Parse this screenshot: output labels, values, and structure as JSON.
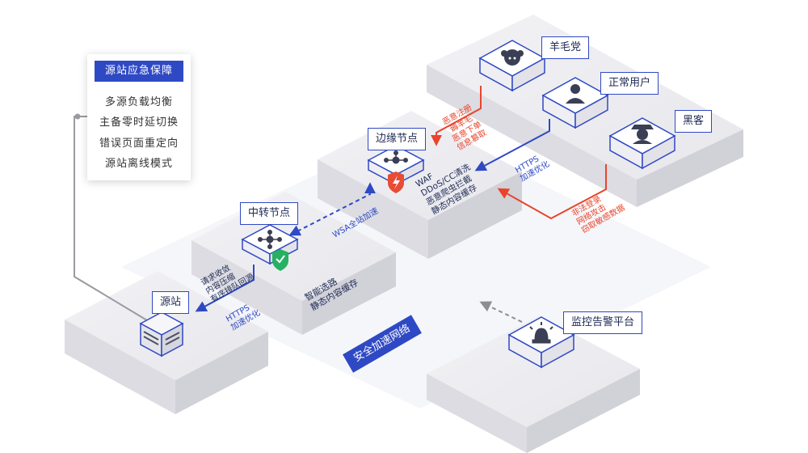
{
  "panel": {
    "title": "源站应急保障",
    "items": [
      "多源负载均衡",
      "主备零时延切换",
      "错误页面重定向",
      "源站离线模式"
    ]
  },
  "nodes": {
    "origin": "源站",
    "relay": "中转节点",
    "edge": "边缘节点",
    "sheep": "羊毛党",
    "user": "正常用户",
    "hacker": "黑客",
    "monitor": "监控告警平台"
  },
  "network_label": "安全加速网络",
  "annotations": {
    "origin_relay_left": [
      "请求收敛",
      "内容压缩",
      "有序排队回源"
    ],
    "origin_relay_https": [
      "HTTPS",
      "加速优化"
    ],
    "relay_platform": [
      "智能选路",
      "静态内容缓存"
    ],
    "relay_edge": "WSA全站加速",
    "edge_platform": [
      "WAF",
      "DDoS/CC清洗",
      "恶意爬虫拦截",
      "静态内容缓存"
    ],
    "edge_sheep_red": [
      "恶意注册",
      "薅羊毛",
      "恶意下单",
      "信息篡取"
    ],
    "edge_user_blue": [
      "HTTPS",
      "加速优化"
    ],
    "edge_hacker_red": [
      "非法登录",
      "网络攻击",
      "窃取敏感数据"
    ]
  },
  "colors": {
    "brand_blue": "#2f49c4",
    "attack_red": "#e8452c",
    "shield_green": "#27b062",
    "shield_red": "#e94b35",
    "platform": "#ececf0"
  },
  "icons": {
    "origin": "server-icon",
    "relay": "network-hub-icon",
    "relay_badge": "shield-check-icon",
    "edge": "network-hub-icon",
    "edge_badge": "shield-lightning-icon",
    "sheep": "sheep-face-icon",
    "user": "user-icon",
    "hacker": "hacker-icon",
    "monitor": "alarm-light-icon"
  }
}
